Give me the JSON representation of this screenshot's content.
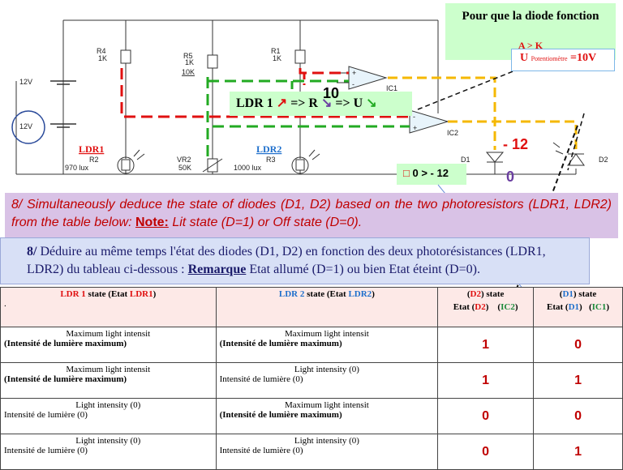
{
  "circuit": {
    "source_12v_top": "12V",
    "source_12v_bottom": "12V",
    "r4": {
      "name": "R4",
      "value": "1K"
    },
    "r5": {
      "name": "R5",
      "value": "1K",
      "extra": "10K"
    },
    "r1": {
      "name": "R1",
      "value": "1K"
    },
    "r2": {
      "name": "R2",
      "value": "970 lux"
    },
    "vr2": {
      "name": "VR2",
      "value": "50K"
    },
    "r3": {
      "name": "R3",
      "value": "1000 lux"
    },
    "ldr1_label": "LDR1",
    "ldr2_label": "LDR2",
    "ic1": "IC1",
    "ic2": "IC2",
    "d1": "D1",
    "d2": "D2",
    "plus": "+",
    "minus": "-"
  },
  "callouts": {
    "title": "Pour que la diode fonction",
    "title_sub": "A > K",
    "u_pot_prefix": "U",
    "u_pot_sub": "Potentiomètre",
    "u_pot_value": "=10V",
    "ldr_sentence_a": "LDR 1",
    "ldr_sentence_b": "=> R",
    "ldr_sentence_10": "10",
    "ldr_sentence_c": "=> U",
    "minus12": "- 12",
    "zero": "0",
    "comparison_sq": "",
    "comparison": "0 > - 12"
  },
  "question_en": {
    "num": "8/",
    "text_a": "Simultaneously deduce the state of diodes (D1, D2) based on the two photoresistors (LDR1, LDR2) from the table below:",
    "note": "Note:",
    "text_b": "Lit state (D=1) or Off state (D=0)."
  },
  "question_fr": {
    "num": "8/",
    "text_a": "Déduire au même temps l'état des diodes (D1, D2) en fonction des deux photorésistances (LDR1, LDR2) du tableau ci-dessous :",
    "remark": "Remarque",
    "text_b": "Etat allumé (D=1) ou bien Etat éteint (D=0)."
  },
  "table": {
    "h_ldr1": {
      "pre": "LDR 1",
      "a": " state   (Etat ",
      "b": "LDR1",
      "c": ")"
    },
    "h_ldr2": {
      "pre": "LDR 2",
      "a": " state   (Etat ",
      "b": "LDR2",
      "c": ")"
    },
    "h_d2": {
      "l1a": "(",
      "l1b": "D2",
      "l1c": ") state",
      "l2a": "Etat (",
      "l2b": "D2",
      "l2c": ")",
      "l2d": "(",
      "l2e": "IC2",
      "l2f": ")"
    },
    "h_d1": {
      "l1a": "(",
      "l1b": "D1",
      "l1c": ") state",
      "l2a": "Etat (",
      "l2b": "D1",
      "l2c": ")",
      "l2d": "(",
      "l2e": "IC1",
      "l2f": ")"
    },
    "dot": ".",
    "rows": [
      {
        "ldr1_en": "Maximum light intensit",
        "ldr1_fr": "(Intensité de lumière maximum)",
        "ldr2_en": "Maximum light intensit",
        "ldr2_fr": "(Intensité de lumière maximum)",
        "d2": "1",
        "d1": "0"
      },
      {
        "ldr1_en": "Maximum light intensit",
        "ldr1_fr": "(Intensité de lumière maximum)",
        "ldr2_en": "Light intensity (0)",
        "ldr2_fr": "Intensité de lumière (0)",
        "d2": "1",
        "d1": "1"
      },
      {
        "ldr1_en": "Light intensity (0)",
        "ldr1_fr": "Intensité de lumière (0)",
        "ldr2_en": "Maximum light intensit",
        "ldr2_fr": "(Intensité de lumière maximum)",
        "d2": "0",
        "d1": "0"
      },
      {
        "ldr1_en": "Light intensity (0)",
        "ldr1_fr": "Intensité de lumière (0)",
        "ldr2_en": "Light intensity (0)",
        "ldr2_fr": "Intensité de lumière (0)",
        "d2": "0",
        "d1": "1"
      }
    ]
  },
  "colors": {
    "red_wire": "#e01010",
    "green_wire": "#22aa22",
    "yellow_wire": "#f5b800",
    "callout_green": "#ccffcc"
  }
}
